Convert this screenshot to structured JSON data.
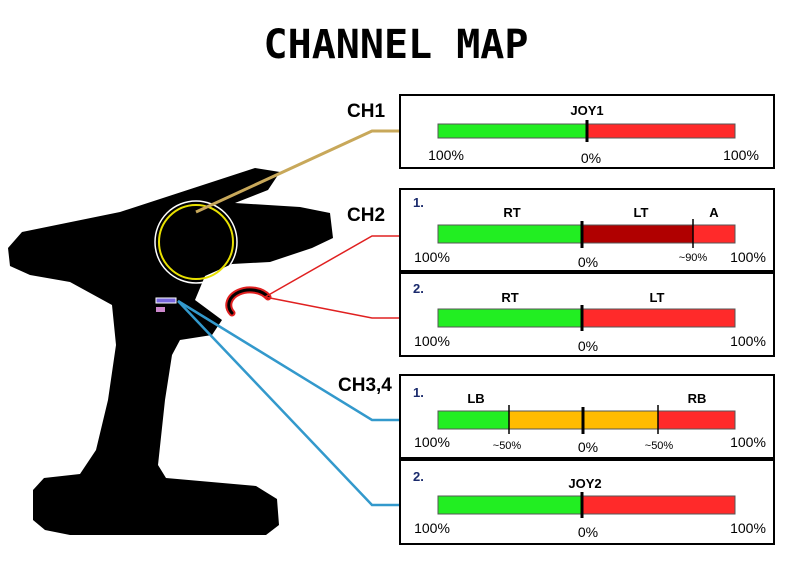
{
  "title": "CHANNEL MAP",
  "colors": {
    "green": "#22ee22",
    "red": "#ff2a2a",
    "dark_red": "#b00000",
    "orange": "#ffbb00",
    "ch1_line": "#c8a85a",
    "ch2_line": "#e02020",
    "ch34_line": "#3399cc",
    "wheel_ring": "#e8e000",
    "trigger_outline": "#e02020",
    "switch_fill": "#7766dd"
  },
  "channels": [
    {
      "label": "CH1",
      "panels": [
        {
          "number": "",
          "top_labels": [
            "JOY1"
          ],
          "bottom_labels": [
            "100%",
            "0%",
            "100%"
          ]
        }
      ]
    },
    {
      "label": "CH2",
      "panels": [
        {
          "number": "1.",
          "top_labels": [
            "RT",
            "LT",
            "A"
          ],
          "bottom_labels": [
            "100%",
            "0%",
            "~90%",
            "100%"
          ]
        },
        {
          "number": "2.",
          "top_labels": [
            "RT",
            "LT"
          ],
          "bottom_labels": [
            "100%",
            "0%",
            "100%"
          ]
        }
      ]
    },
    {
      "label": "CH3,4",
      "panels": [
        {
          "number": "1.",
          "top_labels": [
            "LB",
            "RB"
          ],
          "bottom_labels": [
            "100%",
            "~50%",
            "0%",
            "~50%",
            "100%"
          ]
        },
        {
          "number": "2.",
          "top_labels": [
            "JOY2"
          ],
          "bottom_labels": [
            "100%",
            "0%",
            "100%"
          ]
        }
      ]
    }
  ]
}
